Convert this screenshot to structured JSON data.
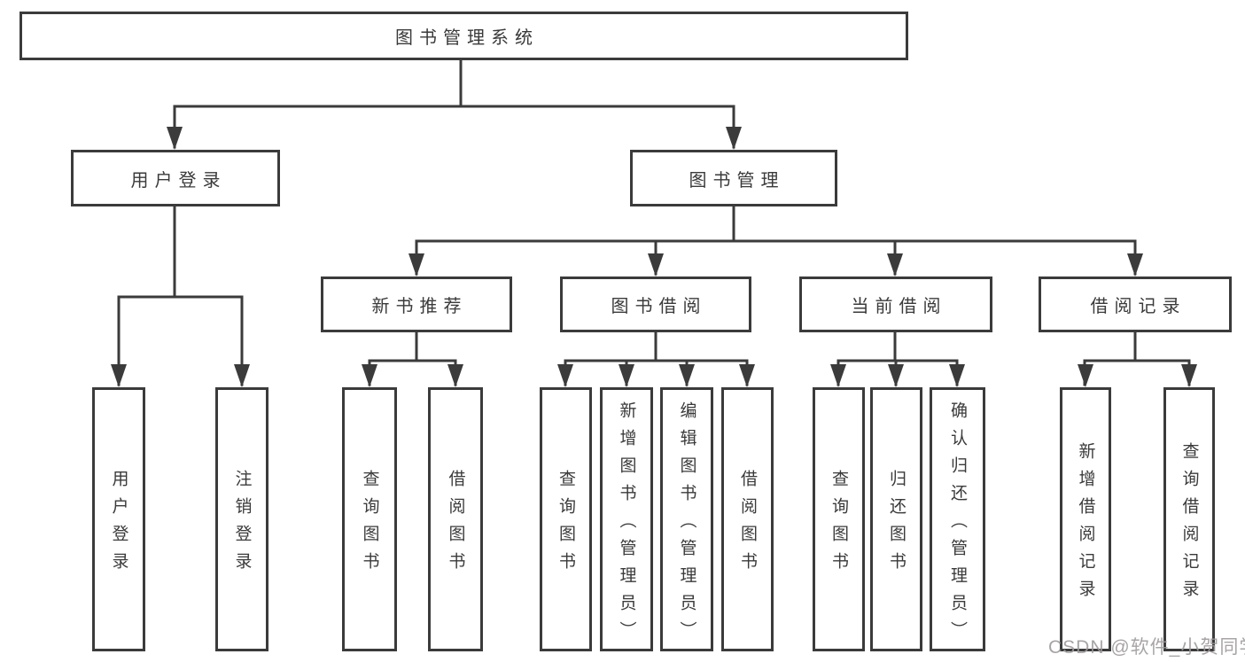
{
  "diagram": {
    "root": {
      "label": "图书管理系统"
    },
    "level2": {
      "user_login": {
        "label": "用户登录"
      },
      "book_management": {
        "label": "图书管理"
      }
    },
    "level3": {
      "new_book_recommend": {
        "label": "新书推荐"
      },
      "book_borrow": {
        "label": "图书借阅"
      },
      "current_borrow": {
        "label": "当前借阅"
      },
      "borrow_records": {
        "label": "借阅记录"
      }
    },
    "leaves": {
      "user_login_leaf": {
        "label": "用户登录"
      },
      "logout": {
        "label": "注销登录"
      },
      "query_book_recommend": {
        "label": "查询图书"
      },
      "borrow_book_recommend": {
        "label": "借阅图书"
      },
      "query_book_borrow": {
        "label": "查询图书"
      },
      "add_book_admin": {
        "label": "新增图书（管理员）"
      },
      "edit_book_admin": {
        "label": "编辑图书（管理员）"
      },
      "borrow_book_borrow": {
        "label": "借阅图书"
      },
      "query_book_current": {
        "label": "查询图书"
      },
      "return_book": {
        "label": "归还图书"
      },
      "confirm_return_admin": {
        "label": "确认归还（管理员）"
      },
      "add_borrow_record": {
        "label": "新增借阅记录"
      },
      "query_borrow_record": {
        "label": "查询借阅记录"
      }
    }
  },
  "watermark": {
    "text": "CSDN @软件_小贺同学"
  },
  "colors": {
    "line": "#3b3b3b",
    "text": "#3a3a3a",
    "watermark": "#9e9a9c",
    "background": "#ffffff"
  }
}
